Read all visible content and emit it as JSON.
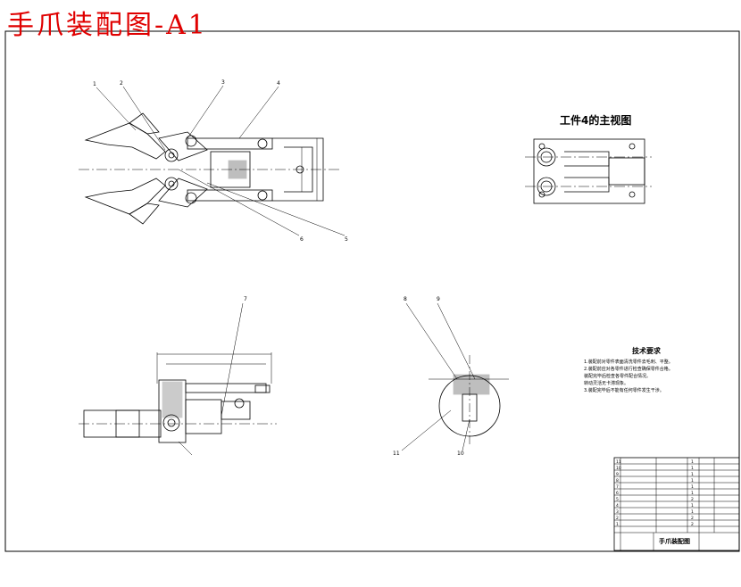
{
  "stamp": {
    "title": "手爪装配图-A1",
    "color": "#e00000"
  },
  "views": {
    "front_view_title": "工件4的主视图"
  },
  "callouts": {
    "top": [
      "1",
      "2",
      "3",
      "4"
    ],
    "bottom_right_of_main": [
      "6",
      "5"
    ],
    "section_view": "7",
    "detail_view": [
      "8",
      "9",
      "11",
      "10"
    ]
  },
  "notes": {
    "title": "技术要求",
    "lines": [
      "1.装配前对零件表面清洗零件去毛刺、平整。",
      "2.装配前应对各零件进行检查确保零件合格。",
      "  装配完毕后检查各零件配合情况。",
      "  转动灵活无卡滞现象。",
      "3.装配完毕后不能有任何零件发生干涉。"
    ]
  },
  "title_block": {
    "drawing_title": "手爪装配图",
    "parts_rows": [
      [
        "11",
        "",
        "",
        "1",
        ""
      ],
      [
        "10",
        "",
        "",
        "1",
        ""
      ],
      [
        "9",
        "",
        "",
        "1",
        ""
      ],
      [
        "8",
        "",
        "",
        "1",
        ""
      ],
      [
        "7",
        "",
        "",
        "1",
        ""
      ],
      [
        "6",
        "",
        "",
        "1",
        ""
      ],
      [
        "5",
        "",
        "",
        "2",
        ""
      ],
      [
        "4",
        "",
        "",
        "1",
        ""
      ],
      [
        "3",
        "",
        "",
        "1",
        ""
      ],
      [
        "2",
        "",
        "",
        "2",
        ""
      ],
      [
        "1",
        "",
        "",
        "2",
        ""
      ]
    ]
  }
}
